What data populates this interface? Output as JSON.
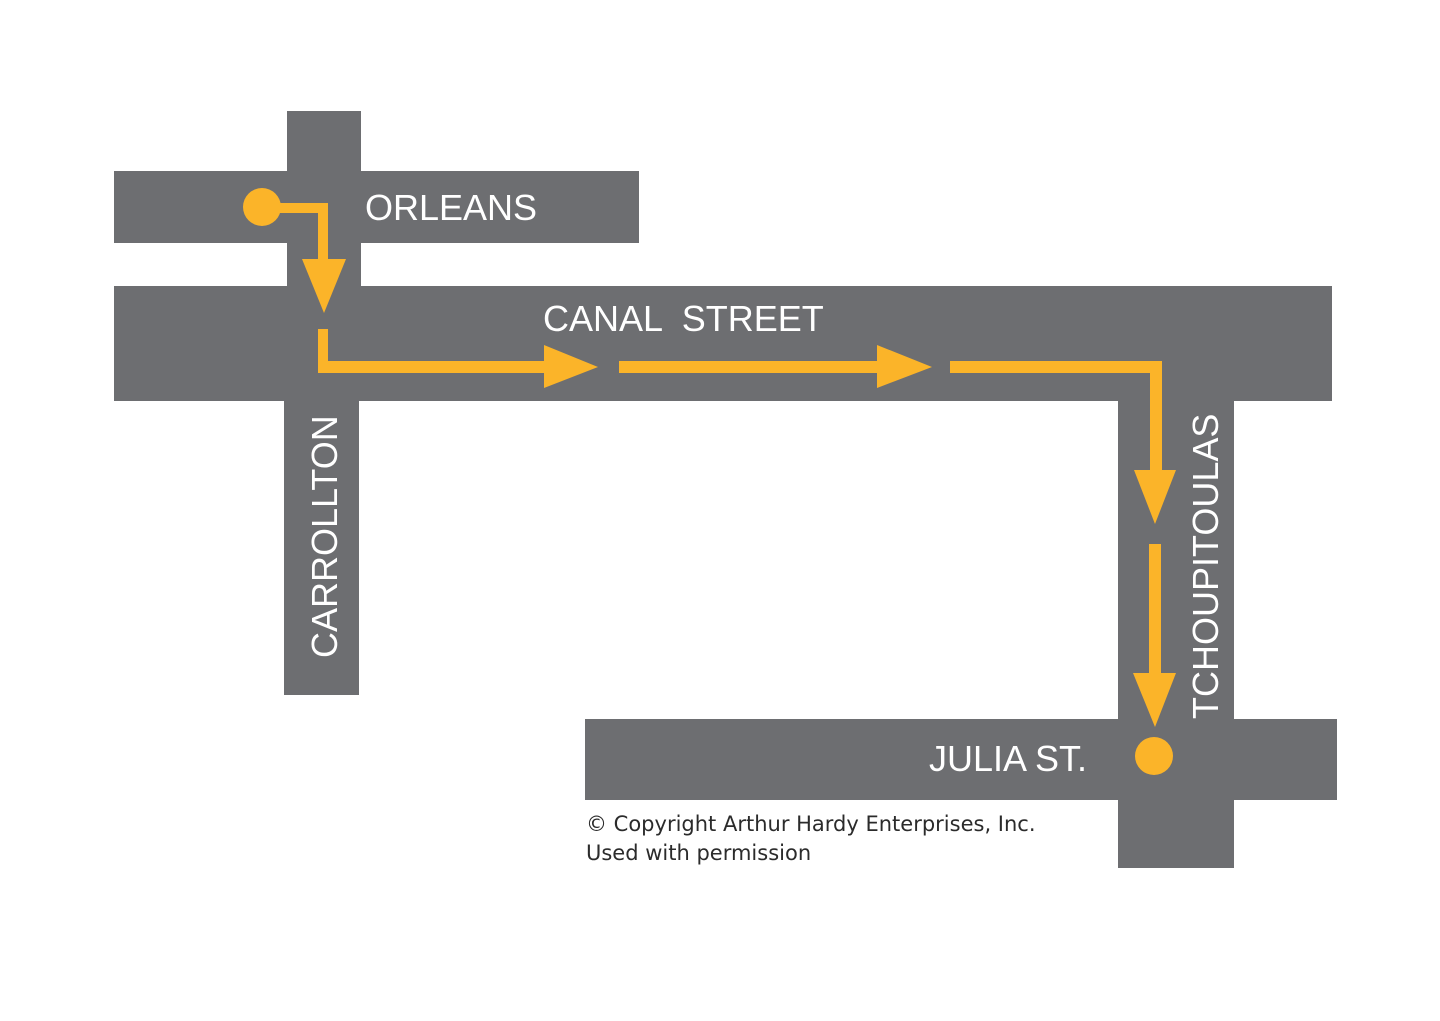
{
  "streets": {
    "orleans": "ORLEANS",
    "canal": "CANAL  STREET",
    "carrollton": "CARROLLTON",
    "tchoupitoulas": "TCHOUPITOULAS",
    "julia": "JULIA ST."
  },
  "credit": {
    "line1": "© Copyright Arthur Hardy Enterprises, Inc.",
    "line2": "Used with permission"
  },
  "colors": {
    "road": "#6d6e71",
    "route": "#fbb429",
    "label": "#ffffff",
    "background": "#ffffff"
  },
  "route": {
    "start": "Orleans at Carrollton",
    "end": "Julia St. at Tchoupitoulas"
  }
}
